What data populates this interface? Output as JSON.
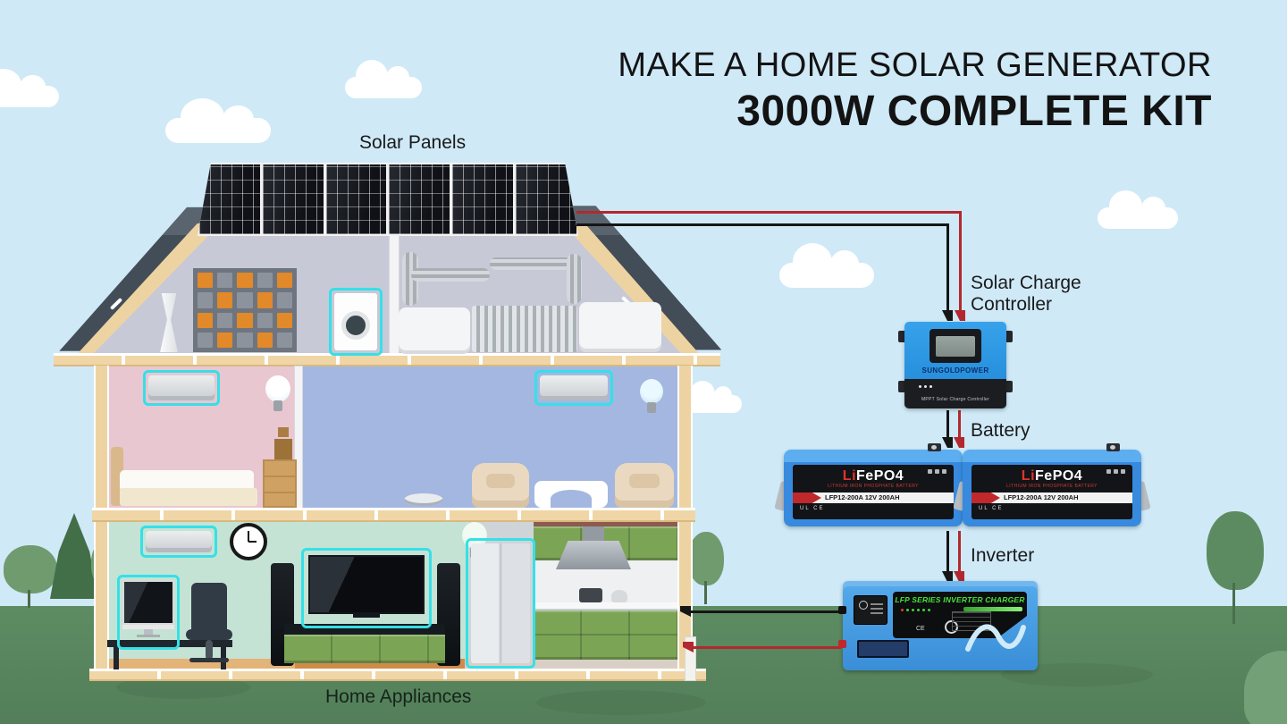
{
  "title": {
    "line1": "MAKE A HOME SOLAR GENERATOR",
    "line2": "3000W COMPLETE KIT"
  },
  "labels": {
    "solar_panels": "Solar Panels",
    "charge_controller_line1": "Solar Charge",
    "charge_controller_line2": "Controller",
    "battery": "Battery",
    "inverter": "Inverter",
    "home_appliances": "Home Appliances"
  },
  "devices": {
    "charge_controller": {
      "brand": "SUNGOLDPOWER",
      "caption": "MPPT  Solar Charge Controller"
    },
    "battery": {
      "count": 2,
      "brand_prefix": "Li",
      "brand_suffix": "FePO4",
      "subtitle": "LITHIUM IRON PHOSPHATE BATTERY",
      "model": "LFP12-200A  12V 200AH",
      "certs": "UL CE"
    },
    "inverter": {
      "panel_label": "LFP SERIES INVERTER CHARGER",
      "ce_mark": "CE"
    }
  },
  "connections": [
    {
      "from": "solar-panels",
      "to": "solar-charge-controller",
      "wires": [
        "red",
        "black"
      ]
    },
    {
      "from": "solar-charge-controller",
      "to": "battery",
      "wires": [
        "red",
        "black"
      ]
    },
    {
      "from": "battery",
      "to": "inverter",
      "wires": [
        "red",
        "black"
      ]
    },
    {
      "from": "inverter",
      "to": "home-appliances",
      "wires": [
        "red",
        "black"
      ]
    }
  ],
  "colors": {
    "sky": "#cfe9f7",
    "grass": "#5d8c62",
    "wire_red": "#b3282e",
    "wire_black": "#161616",
    "highlight_cyan": "#35e0e8",
    "device_blue": "#3a96e4",
    "inverter_text_green": "#4ae23a"
  }
}
